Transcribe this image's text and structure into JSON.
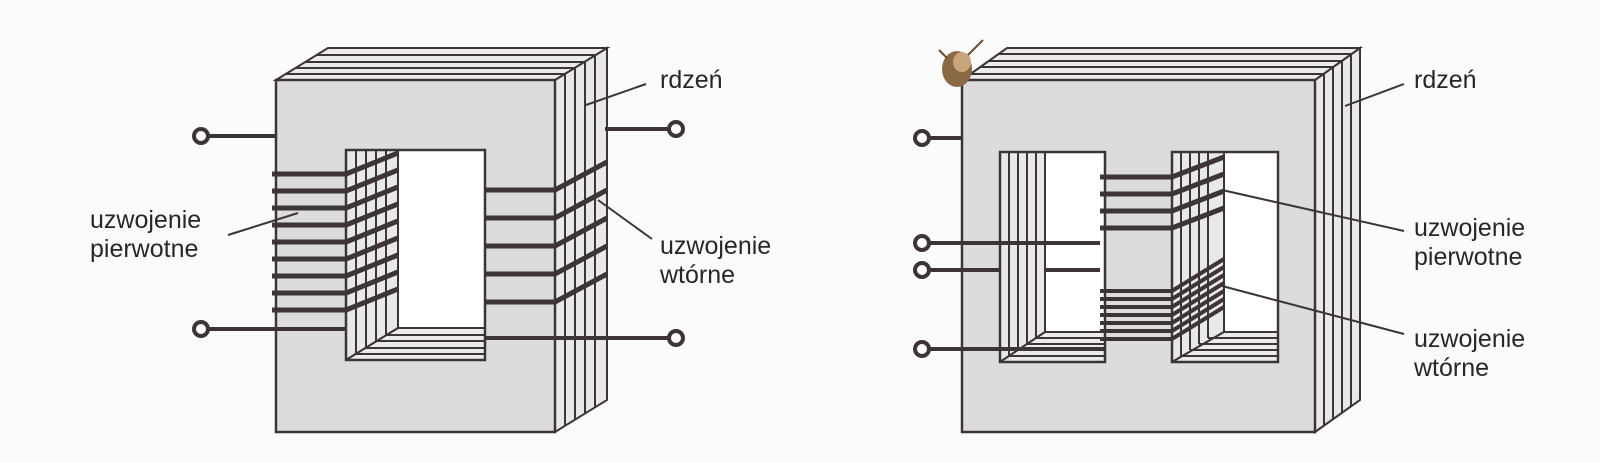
{
  "left_transformer": {
    "core_label": "rdzeń",
    "primary_label": [
      "uzwojenie",
      "pierwotne"
    ],
    "secondary_label": [
      "uzwojenie",
      "wtórne"
    ]
  },
  "right_transformer": {
    "core_label": "rdzeń",
    "primary_label": [
      "uzwojenie",
      "pierwotne"
    ],
    "secondary_label": [
      "uzwojenie",
      "wtórne"
    ]
  },
  "colors": {
    "core_face": "#dcdcdc",
    "outline": "#3d3535",
    "wire": "#3d3535",
    "background": "#fbfbfb"
  }
}
